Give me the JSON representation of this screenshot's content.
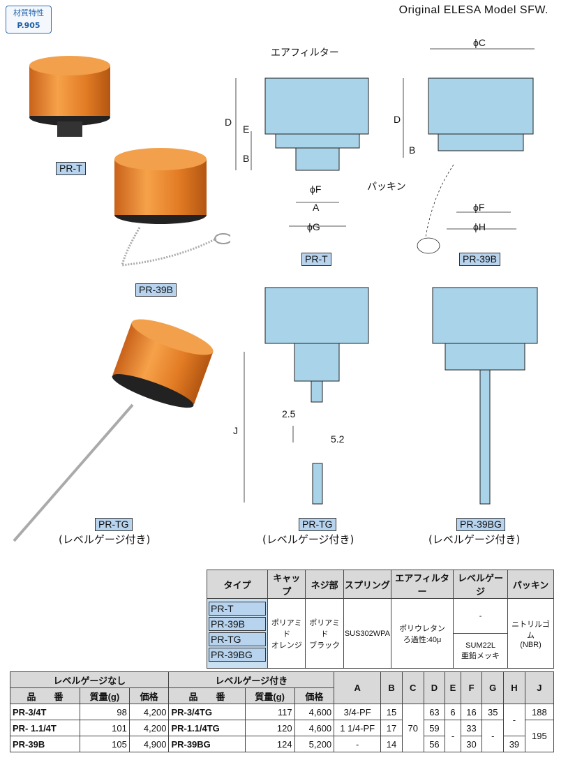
{
  "badge": {
    "line1": "材質特性",
    "line2": "P.905"
  },
  "header": {
    "model": "Original  ELESA  Model  SFW."
  },
  "photos": {
    "pr_t": "PR-T",
    "pr_39b": "PR-39B",
    "pr_tg": "PR-TG",
    "pr_tg_sub": "(レベルゲージ付き)"
  },
  "drawings": {
    "air_filter": "エアフィルター",
    "packing": "パッキン",
    "labels": {
      "D": "D",
      "E": "E",
      "B": "B",
      "F": "ϕF",
      "A": "A",
      "G": "ϕG",
      "C": "ϕC",
      "H": "ϕH",
      "J": "J",
      "d25": "2.5",
      "d52": "5.2"
    },
    "pr_t": "PR-T",
    "pr_39b": "PR-39B",
    "pr_tg": "PR-TG",
    "pr_tg_sub": "(レベルゲージ付き)",
    "pr_39bg": "PR-39BG",
    "pr_39bg_sub": "(レベルゲージ付き)"
  },
  "spec_table": {
    "headers": [
      "タイプ",
      "キャップ",
      "ネジ部",
      "スプリング",
      "エアフィルター",
      "レベルゲージ",
      "パッキン"
    ],
    "types": [
      "PR-T",
      "PR-39B",
      "PR-TG",
      "PR-39BG"
    ],
    "cap": [
      "ポリアミド",
      "オレンジ"
    ],
    "thread": [
      "ポリアミド",
      "ブラック"
    ],
    "spring": "SUS302WPA",
    "filter": [
      "ポリウレタン",
      "ろ過性:40μ"
    ],
    "gauge_none": "-",
    "gauge": [
      "SUM22L",
      "亜鉛メッキ"
    ],
    "packing": [
      "ニトリルゴム",
      "(NBR)"
    ]
  },
  "dim_table": {
    "group_no_gauge": "レベルゲージなし",
    "group_gauge": "レベルゲージ付き",
    "col_part": "品　　番",
    "col_mass": "質量(g)",
    "col_price": "価格",
    "dim_cols": [
      "A",
      "B",
      "C",
      "D",
      "E",
      "F",
      "G",
      "H",
      "J"
    ],
    "rows": [
      {
        "part": "PR-3/4T",
        "mass": "98",
        "price": "4,200",
        "part_g": "PR-3/4TG",
        "mass_g": "117",
        "price_g": "4,600",
        "A": "3/4-PF",
        "B": "15",
        "D": "63",
        "E": "6",
        "F": "16",
        "G": "35"
      },
      {
        "part": "PR- 1.1/4T",
        "mass": "101",
        "price": "4,200",
        "part_g": "PR-1.1/4TG",
        "mass_g": "120",
        "price_g": "4,600",
        "A": "1 1/4-PF",
        "B": "17",
        "D": "59",
        "F": "33"
      },
      {
        "part": "PR-39B",
        "mass": "105",
        "price": "4,900",
        "part_g": "PR-39BG",
        "mass_g": "124",
        "price_g": "5,200",
        "A": "-",
        "B": "14",
        "D": "56",
        "F": "30",
        "H": "39"
      }
    ],
    "C_merged": "70",
    "E_merged": "-",
    "G_merged": "-",
    "H_merged": "-",
    "J_top": "188",
    "J_bottom": "195"
  }
}
